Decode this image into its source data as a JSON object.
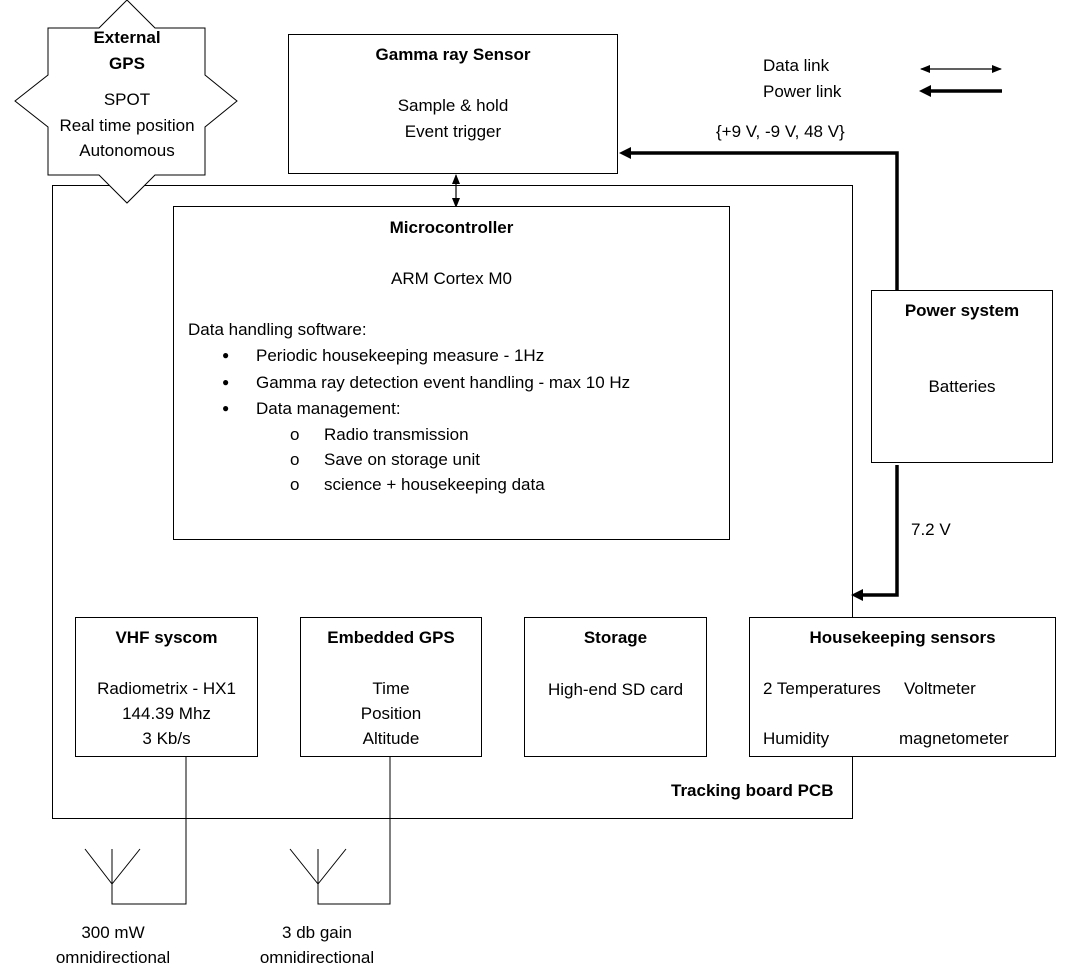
{
  "external_gps": {
    "title_line1": "External",
    "title_line2": "GPS",
    "lines": [
      "SPOT",
      "Real time position",
      "Autonomous"
    ]
  },
  "gamma_sensor": {
    "title": "Gamma ray Sensor",
    "lines": [
      "Sample & hold",
      "Event trigger"
    ]
  },
  "legend": {
    "data_link": "Data link",
    "power_link": "Power link"
  },
  "power_label_top": "{+9 V, -9 V, 48 V}",
  "power_label_bottom": "7.2 V",
  "microcontroller": {
    "title": "Microcontroller",
    "subtitle": "ARM Cortex M0",
    "software_heading": "Data handling software:",
    "bullets": [
      "Periodic housekeeping measure - 1Hz",
      "Gamma ray detection event handling - max 10 Hz",
      "Data management:"
    ],
    "sub_bullets": [
      "Radio transmission",
      "Save on storage unit",
      "science + housekeeping data"
    ]
  },
  "power_system": {
    "title": "Power system",
    "line": "Batteries"
  },
  "vhf": {
    "title": "VHF syscom",
    "lines": [
      "Radiometrix - HX1",
      "144.39 Mhz",
      "3 Kb/s"
    ]
  },
  "embedded_gps": {
    "title": "Embedded GPS",
    "lines": [
      "Time",
      "Position",
      "Altitude"
    ]
  },
  "storage": {
    "title": "Storage",
    "line": "High-end SD card"
  },
  "housekeeping": {
    "title": "Housekeeping sensors",
    "temp": "2 Temperatures",
    "volt": "Voltmeter",
    "humidity": "Humidity",
    "magnetometer": "magnetometer"
  },
  "pcb_label": "Tracking board PCB",
  "antenna_vhf": [
    "300 mW",
    "omnidirectional"
  ],
  "antenna_gps": [
    "3 db gain",
    "omnidirectional"
  ],
  "bullet_glyph": "●",
  "sub_bullet_glyph": "o"
}
